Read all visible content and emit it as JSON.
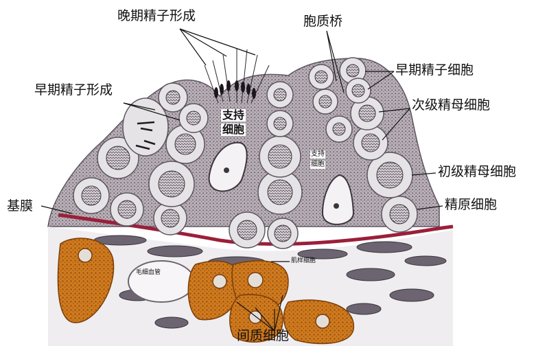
{
  "labels": {
    "late_spermiogenesis": "晚期精子形成",
    "early_spermiogenesis": "早期精子形成",
    "cytoplasmic_bridge": "胞质桥",
    "early_spermatid": "早期精子细胞",
    "secondary_spermatocyte": "次级精母细胞",
    "primary_spermatocyte": "初级精母细胞",
    "spermatogonium": "精原细胞",
    "basement_membrane": "基膜",
    "sertoli_cell_left_line1": "支持",
    "sertoli_cell_left_line2": "细胞",
    "sertoli_cell_right_line1": "支持",
    "sertoli_cell_right_line2": "细胞",
    "myoid_cell": "肌样细胞",
    "capillary": "毛细血管",
    "interstitial_cell": "间质细胞"
  },
  "colors": {
    "basement_membrane": "#9b1f3a",
    "leydig_cell": "#c8741c",
    "cytoplasm": "#a9a0a8",
    "cell_body": "#e6e3e6",
    "nucleus": "#cfc9cf"
  }
}
